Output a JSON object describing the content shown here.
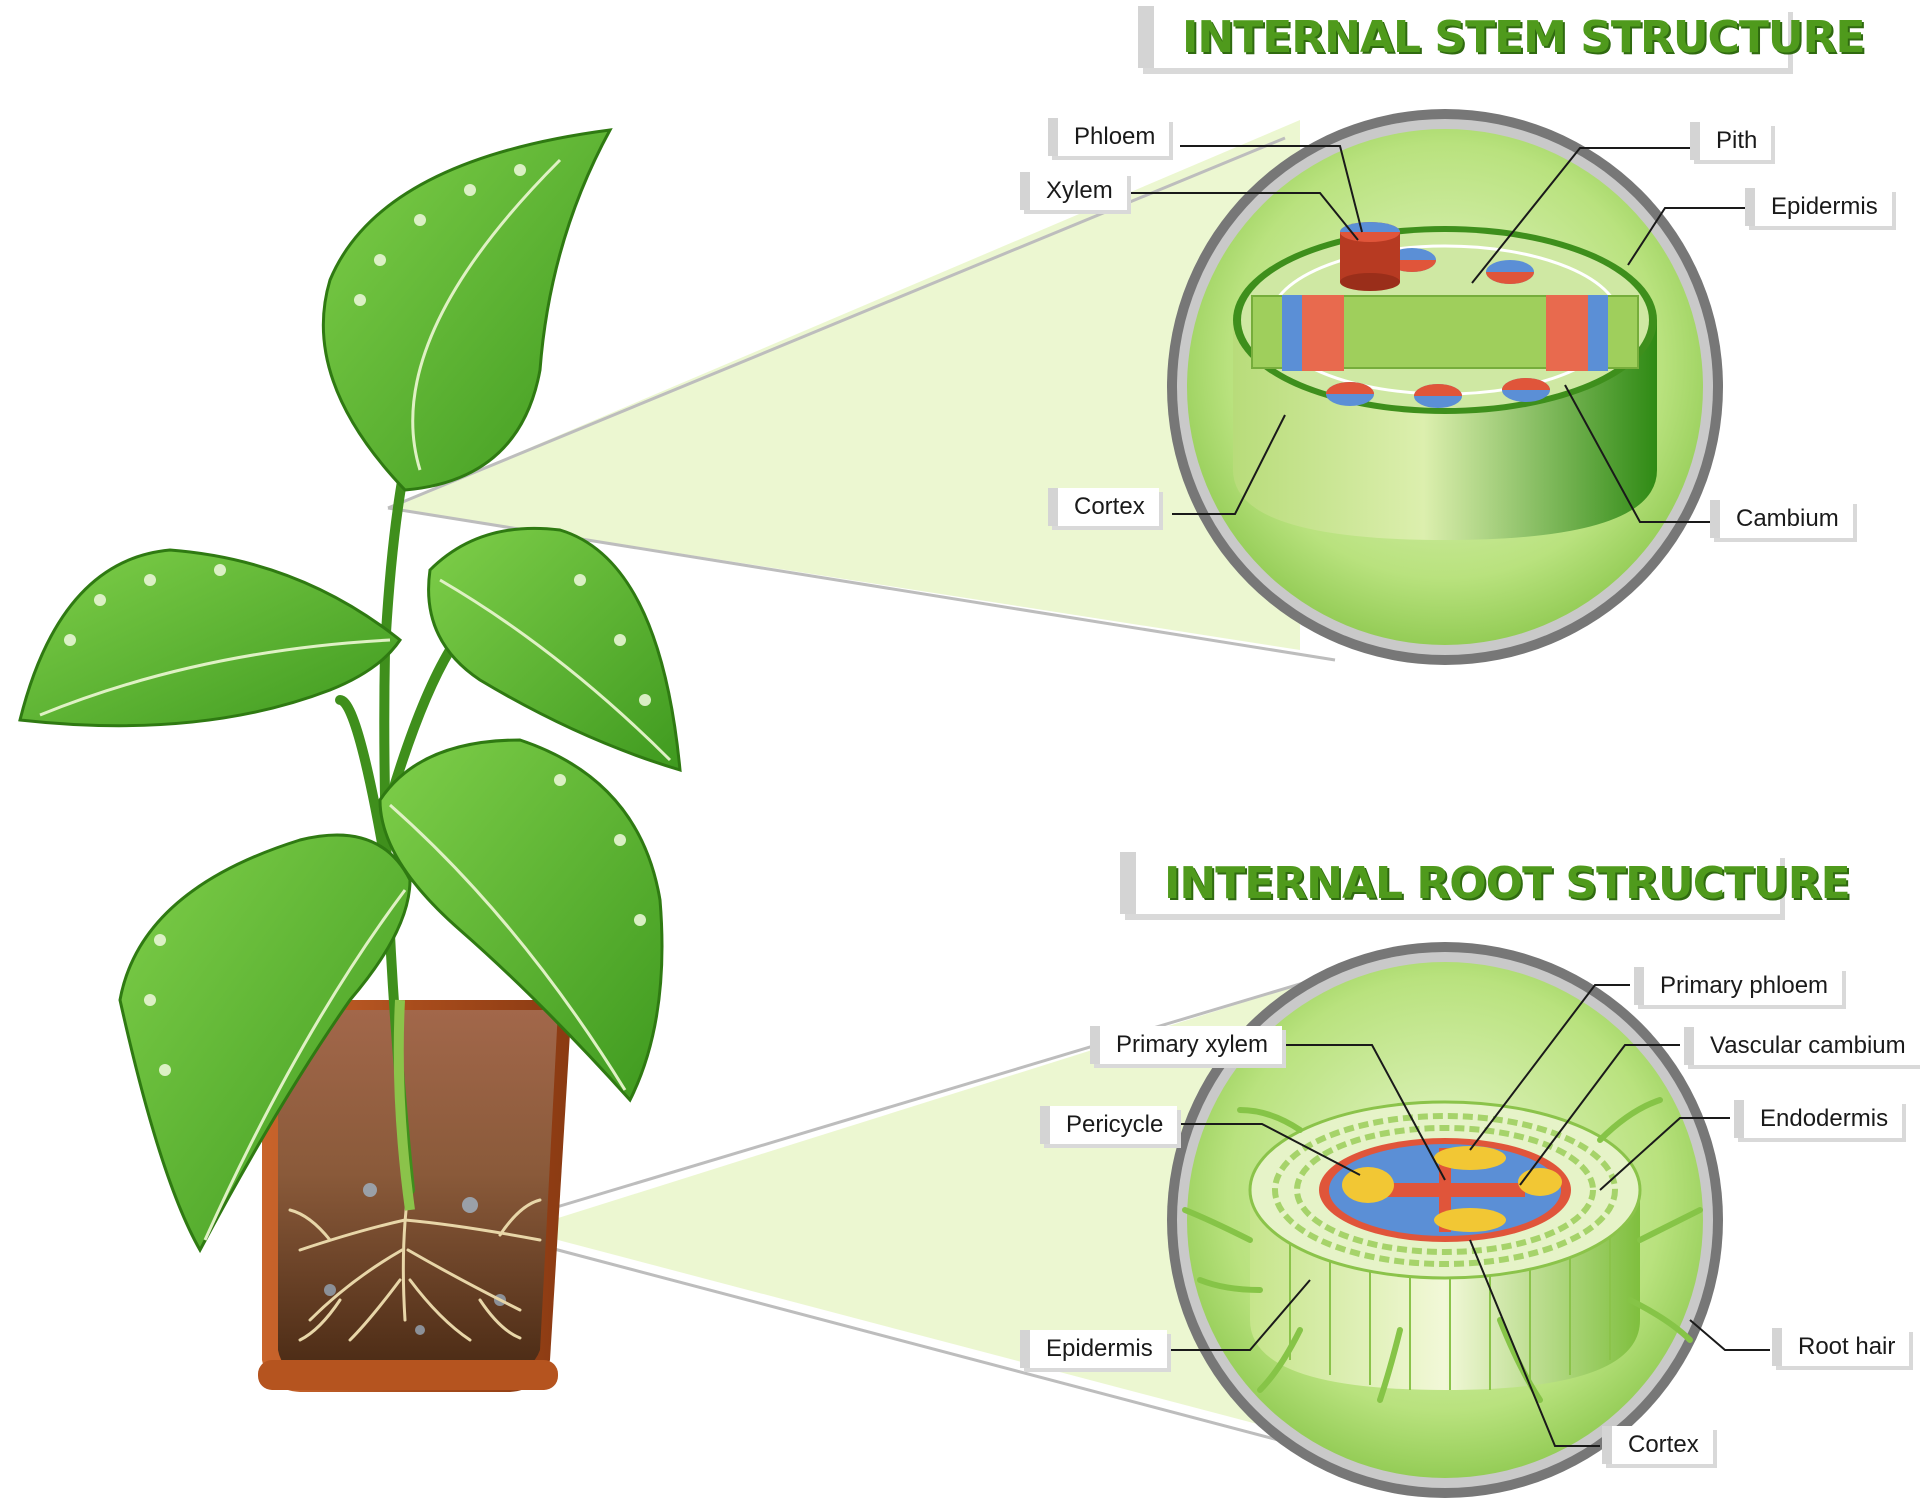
{
  "stem": {
    "title": "INTERNAL STEM STRUCTURE",
    "labels": {
      "phloem": "Phloem",
      "xylem": "Xylem",
      "pith": "Pith",
      "epidermis": "Epidermis",
      "cortex": "Cortex",
      "cambium": "Cambium"
    }
  },
  "root": {
    "title": "INTERNAL ROOT STRUCTURE",
    "labels": {
      "primary_phloem": "Primary phloem",
      "primary_xylem": "Primary xylem",
      "vascular_cambium": "Vascular cambium",
      "pericycle": "Pericycle",
      "endodermis": "Endodermis",
      "epidermis": "Epidermis",
      "root_hair": "Root hair",
      "cortex": "Cortex"
    }
  },
  "colors": {
    "title_green": "#4f9a1c",
    "leaf_green": "#5cb82a",
    "phloem_blue": "#5b8fd6",
    "xylem_red": "#e0553a",
    "pith_green": "#9fcf5c",
    "pot_brown": "#b5541f",
    "soil": "#7a4a2a"
  }
}
